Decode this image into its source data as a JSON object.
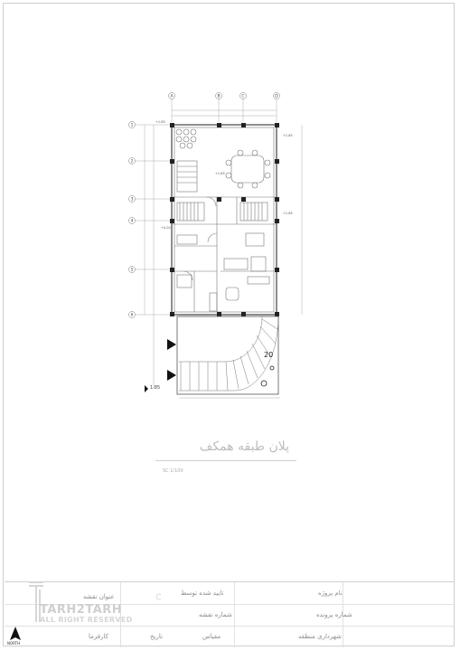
{
  "plan": {
    "title": "پلان طبقه همکف",
    "scale": "SC 1/100",
    "axes_top": [
      "A",
      "B",
      "C",
      "D"
    ],
    "axes_left": [
      "1",
      "2",
      "3",
      "4",
      "5",
      "6"
    ],
    "elevations": [
      "+1.85",
      "+1.85",
      "+1.85",
      "+0.00",
      "+1.85"
    ],
    "corner_level": "1.85",
    "entry_number": "20"
  },
  "title_block": {
    "project_name": "نام پروژه",
    "file_number": "شماره پرونده",
    "municipality": "شهرداری منطقه",
    "approved_by": "تایید شده توسط",
    "sheet_number": "شماره نقشه",
    "scale": "مقیاس",
    "date": "تاریخ",
    "drawing_title": "عنوان نقشه",
    "employer": "کارفرما"
  },
  "branding": {
    "logo": "TARH2TARH",
    "rights": "ALL RIGHT RESERVED",
    "north": "NORTH"
  }
}
